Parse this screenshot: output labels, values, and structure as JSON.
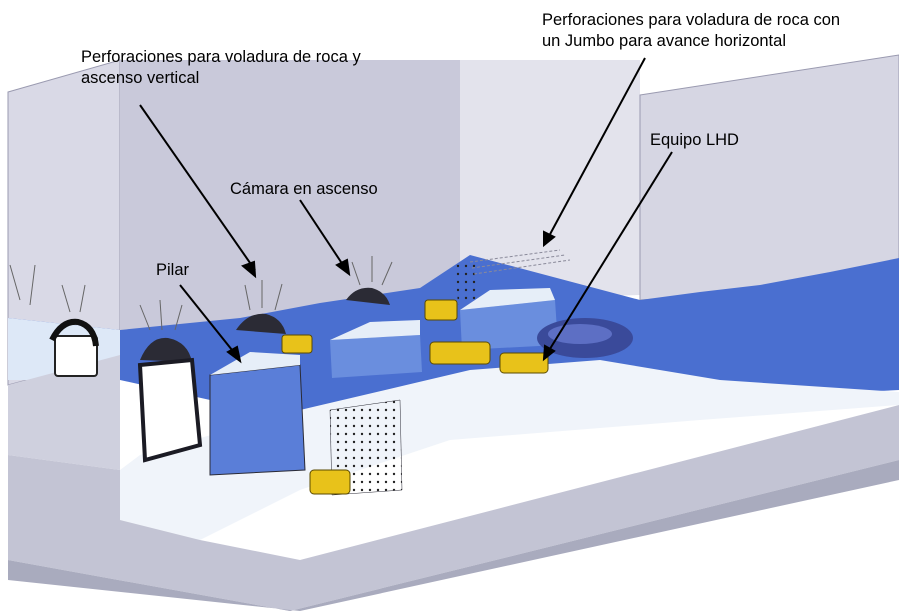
{
  "labels": {
    "drilling_vertical": [
      "Perforaciones para voladura de roca y",
      "ascenso vertical"
    ],
    "drilling_jumbo": [
      "Perforaciones para voladura de roca con",
      "un Jumbo para avance horizontal"
    ],
    "chamber": "Cámara en ascenso",
    "pillar": "Pilar",
    "lhd": "Equipo LHD"
  },
  "colors": {
    "rock_wall": "#d9d9e6",
    "rock_wall_dark": "#c9c9da",
    "ore_blue": "#4a6fd0",
    "ore_blue_light": "#dde8f7",
    "floor": "#f0f4fa",
    "machine_yellow": "#e8c21a",
    "outline": "#2a2a35"
  }
}
